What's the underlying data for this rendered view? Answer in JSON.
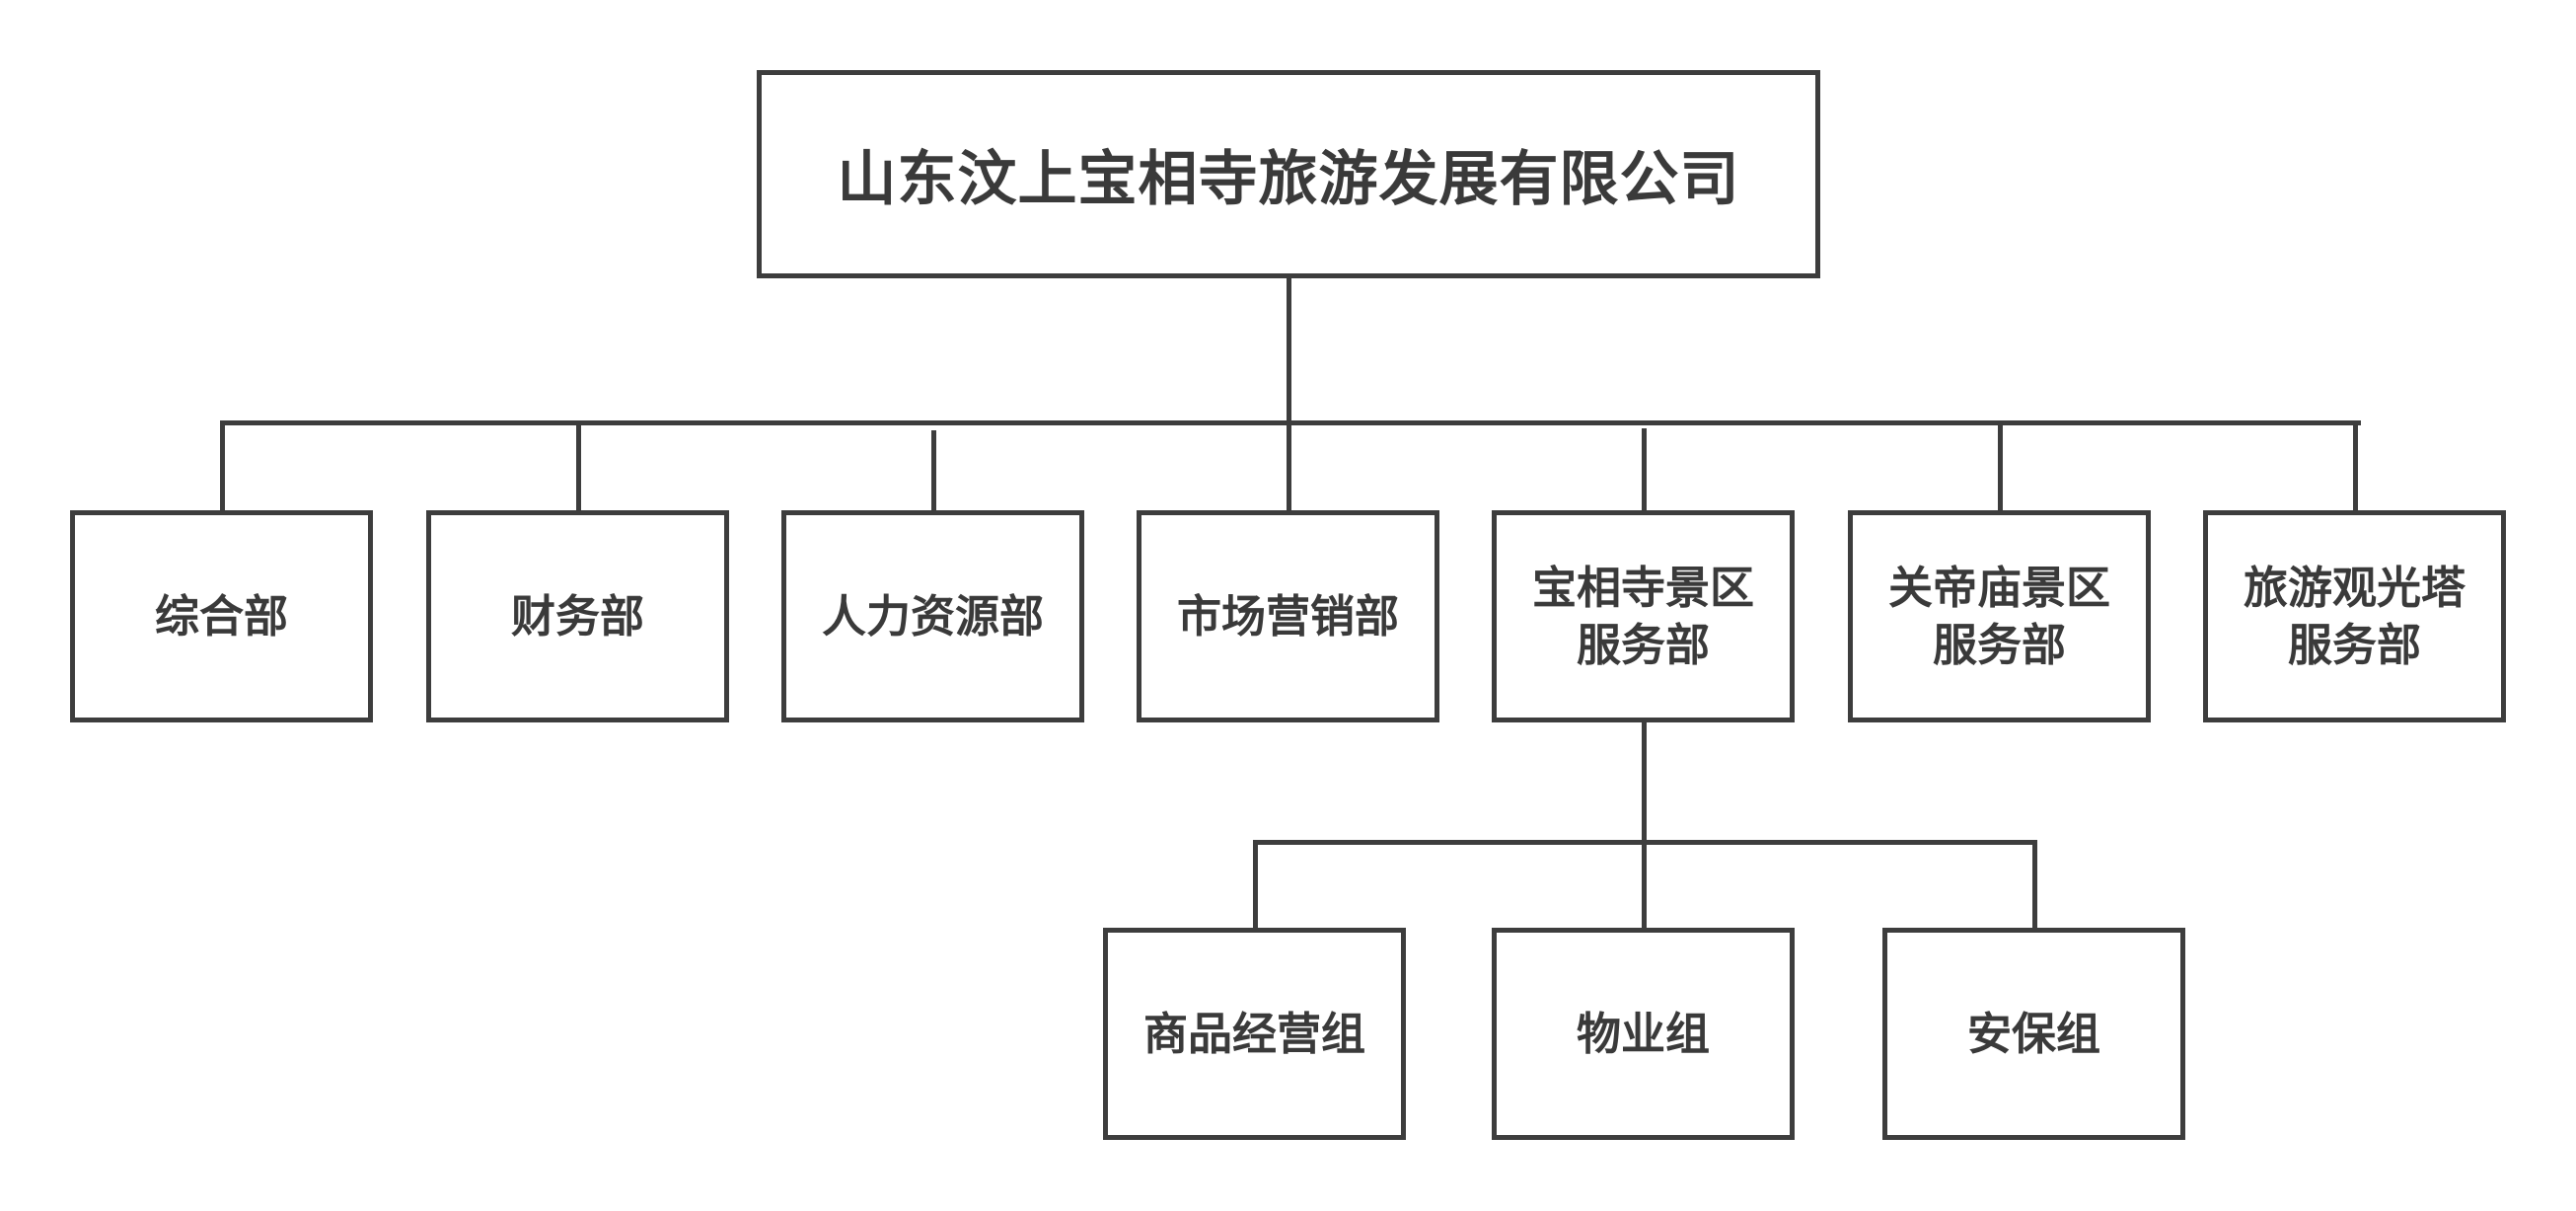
{
  "org_chart": {
    "root": {
      "label": "山东汶上宝相寺旅游发展有限公司"
    },
    "departments": [
      {
        "label": "综合部"
      },
      {
        "label": "财务部"
      },
      {
        "label": "人力资源部"
      },
      {
        "label": "市场营销部"
      },
      {
        "label": "宝相寺景区\n服务部"
      },
      {
        "label": "关帝庙景区\n服务部"
      },
      {
        "label": "旅游观光塔\n服务部"
      }
    ],
    "sub_groups": [
      {
        "label": "商品经营组"
      },
      {
        "label": "物业组"
      },
      {
        "label": "安保组"
      }
    ]
  },
  "colors": {
    "line": "#3d3d3d",
    "text": "#3a3a3a",
    "background": "#ffffff"
  }
}
